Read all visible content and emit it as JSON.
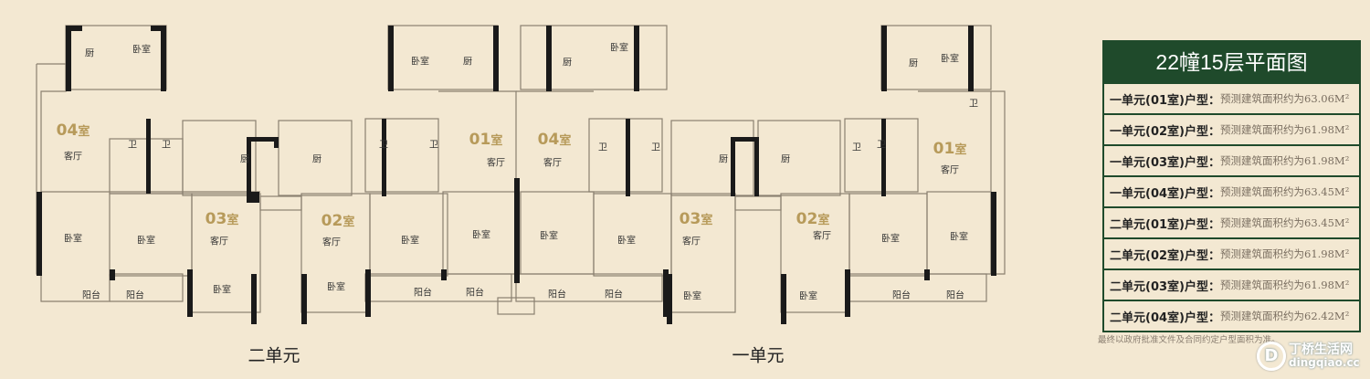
{
  "buildings": [
    "二单元",
    "一单元"
  ],
  "unit_labels": [
    {
      "num": "04",
      "suffix": "室"
    },
    {
      "num": "03",
      "suffix": "室"
    },
    {
      "num": "02",
      "suffix": "室"
    },
    {
      "num": "01",
      "suffix": "室"
    },
    {
      "num": "04",
      "suffix": "室"
    },
    {
      "num": "03",
      "suffix": "室"
    },
    {
      "num": "02",
      "suffix": "室"
    },
    {
      "num": "01",
      "suffix": "室"
    }
  ],
  "rooms": [
    "厨",
    "卧室",
    "客厅",
    "卫",
    "卫",
    "厨",
    "厨",
    "卫",
    "卫",
    "卧室",
    "卧室",
    "客厅",
    "客厅",
    "卧室",
    "阳台",
    "阳台",
    "卧室",
    "卧室",
    "阳台",
    "阳台",
    "卧室",
    "厨",
    "客厅",
    "卧室",
    "客厅",
    "厨",
    "卧室",
    "卫",
    "卫",
    "厨",
    "厨",
    "卫",
    "卫",
    "客厅",
    "客厅",
    "卧室",
    "卧室",
    "卧室",
    "卧室",
    "阳台",
    "阳台",
    "卧室",
    "卧室",
    "阳台",
    "阳台",
    "厨",
    "卧室",
    "卫",
    "客厅"
  ],
  "legend": {
    "title": "22幢15层平面图",
    "rows": [
      {
        "unit": "一单元(01室)户型",
        "sep": "：",
        "area": "预测建筑面积约为63.06M²"
      },
      {
        "unit": "一单元(02室)户型",
        "sep": "：",
        "area": "预测建筑面积约为61.98M²"
      },
      {
        "unit": "一单元(03室)户型",
        "sep": "：",
        "area": "预测建筑面积约为61.98M²"
      },
      {
        "unit": "一单元(04室)户型",
        "sep": "：",
        "area": "预测建筑面积约为63.45M²"
      },
      {
        "unit": "二单元(01室)户型",
        "sep": "：",
        "area": "预测建筑面积约为63.45M²"
      },
      {
        "unit": "二单元(02室)户型",
        "sep": "：",
        "area": "预测建筑面积约为61.98M²"
      },
      {
        "unit": "二单元(03室)户型",
        "sep": "：",
        "area": "预测建筑面积约为61.98M²"
      },
      {
        "unit": "二单元(04室)户型",
        "sep": "：",
        "area": "预测建筑面积约为62.42M²"
      }
    ],
    "note": "最终以政府批准文件及合同约定户型面积为准。"
  },
  "watermark": {
    "logo": "D",
    "name": "丁桥生活网",
    "domain": "dingqiao.cc"
  },
  "colors": {
    "bg": "#f3e8d2",
    "legend_green": "#1f4a2b",
    "unit_gold": "#b79a5a",
    "wall": "#1a1a1a"
  }
}
